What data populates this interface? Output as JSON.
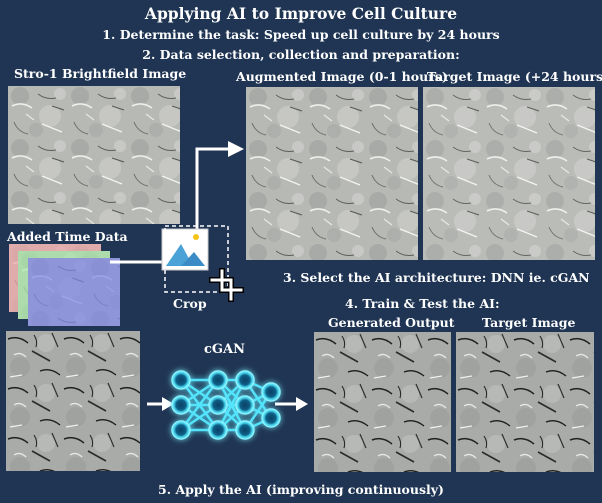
{
  "title": "Applying AI to Improve Cell Culture",
  "steps": {
    "s1": "1. Determine the task: Speed up cell culture by 24 hours",
    "s2": "2. Data selection, collection and preparation:",
    "s3": "3. Select the AI architecture: DNN ie. cGAN",
    "s4": "4. Train & Test the AI:",
    "s5": "5. Apply the AI (improving continuously)"
  },
  "labels": {
    "stro1": "Stro-1 Brightfield Image",
    "augmented": "Augmented Image (0-1 hours)",
    "target_top": "Target Image (+24 hours)",
    "added_time": "Added Time Data",
    "crop": "Crop",
    "cgan": "cGAN",
    "generated": "Generated Output",
    "target_bottom": "Target Image"
  },
  "colors": {
    "background": "#1f3553",
    "node_glow": "#55e8ff",
    "node_core": "#0e5f86",
    "layer_red": "#f0a6a6",
    "layer_green": "#a8eaa8",
    "layer_blue": "#7e86e6"
  },
  "icons": [
    "image-icon",
    "crop-icon",
    "neural-network-icon",
    "arrow-right-icon"
  ]
}
